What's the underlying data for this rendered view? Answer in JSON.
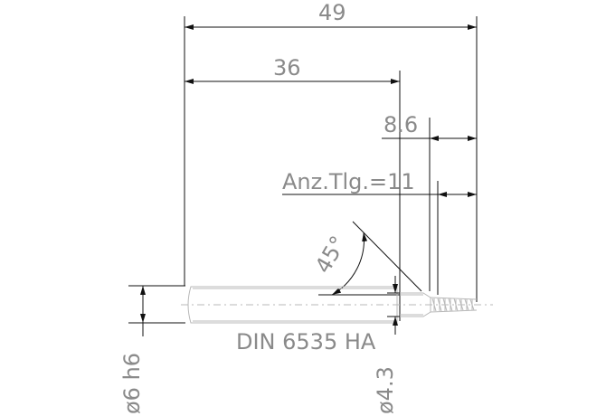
{
  "dimensions": {
    "overall_length": "49",
    "shank_length": "36",
    "thread_length": "8.6",
    "angle": "45°",
    "shank_diameter": "ø6 h6",
    "neck_diameter": "ø4.3"
  },
  "annotations": {
    "teeth_count": "Anz.Tlg.=11",
    "standard": "DIN 6535 HA"
  }
}
